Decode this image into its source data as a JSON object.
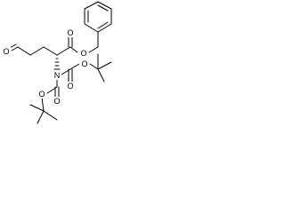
{
  "molecule": {
    "atoms": {
      "ester_carbonyl_O": "O",
      "ester_ether_O": "O",
      "aldehyde_O": "O",
      "nitrogen": "N",
      "boc1_carbonyl_O": "O",
      "boc1_ether_O": "O",
      "boc2_carbonyl_O": "O",
      "boc2_ether_O": "O"
    },
    "stereo_bond": "hashed-wedge"
  }
}
